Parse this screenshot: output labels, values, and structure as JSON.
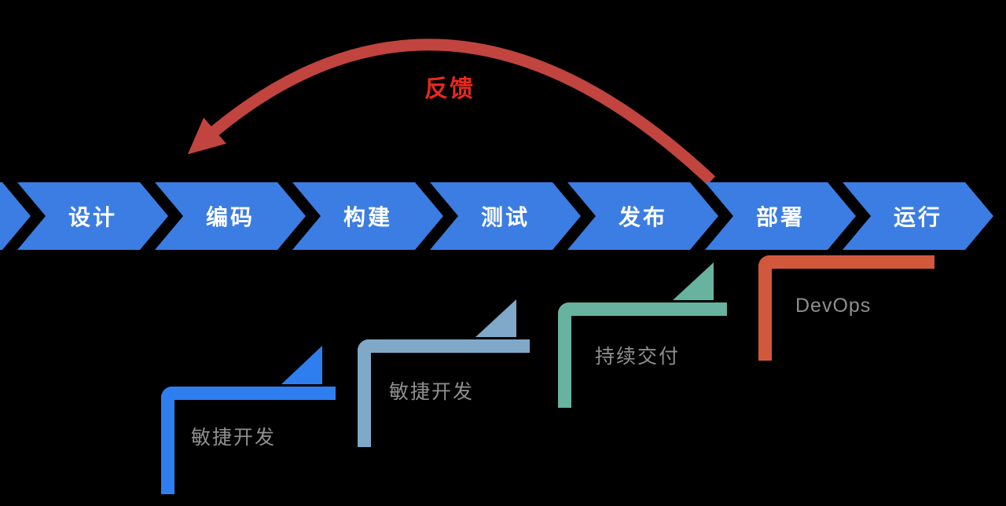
{
  "feedback": {
    "label": "反馈",
    "arc_color": "#c2443e",
    "label_color": "#e8281d"
  },
  "pipeline": {
    "color": "#3b7de2",
    "text_color": "#ffffff",
    "stages": [
      "设计",
      "编码",
      "构建",
      "测试",
      "发布",
      "部署",
      "运行"
    ]
  },
  "brackets": [
    {
      "label": "敏捷开发",
      "color": "#2f7ef0"
    },
    {
      "label": "敏捷开发",
      "color": "#7fa8c9"
    },
    {
      "label": "持续交付",
      "color": "#68b2a0"
    },
    {
      "label": "DevOps",
      "color": "#d2583c"
    }
  ],
  "bracket_label_color": "#8f8f8f",
  "background": "#000000"
}
